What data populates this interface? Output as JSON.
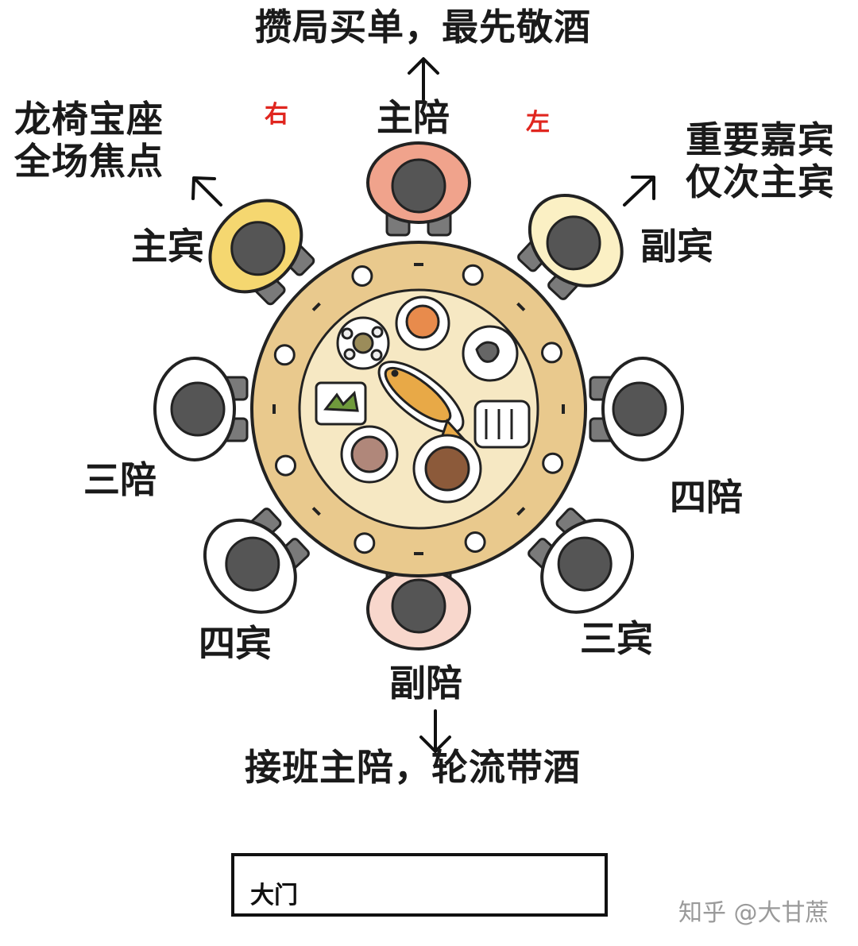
{
  "labels": {
    "host_desc": "攒局买单，最先敬酒",
    "host": "主陪",
    "right_mark": "右",
    "left_mark": "左",
    "main_guest_desc_1": "龙椅宝座",
    "main_guest_desc_2": "全场焦点",
    "main_guest": "主宾",
    "vice_guest_desc_1": "重要嘉宾",
    "vice_guest_desc_2": "仅次主宾",
    "vice_guest": "副宾",
    "third_host": "三陪",
    "fourth_host": "四陪",
    "fourth_guest": "四宾",
    "third_guest": "三宾",
    "vice_host": "副陪",
    "vice_host_desc": "接班主陪，轮流带酒",
    "door": "大门",
    "watermark": "知乎 @大甘蔗"
  },
  "colors": {
    "host_chair": "#f0a38c",
    "main_guest_chair": "#f5d770",
    "vice_guest_chair": "#fbf0c4",
    "plain_chair": "#ffffff",
    "vice_host_chair": "#f8d7cc",
    "table_rim": "#e9c98d",
    "table_inner": "#f6e8c3",
    "person": "#555555",
    "leg": "#7a7a7a",
    "outline": "#222222"
  }
}
